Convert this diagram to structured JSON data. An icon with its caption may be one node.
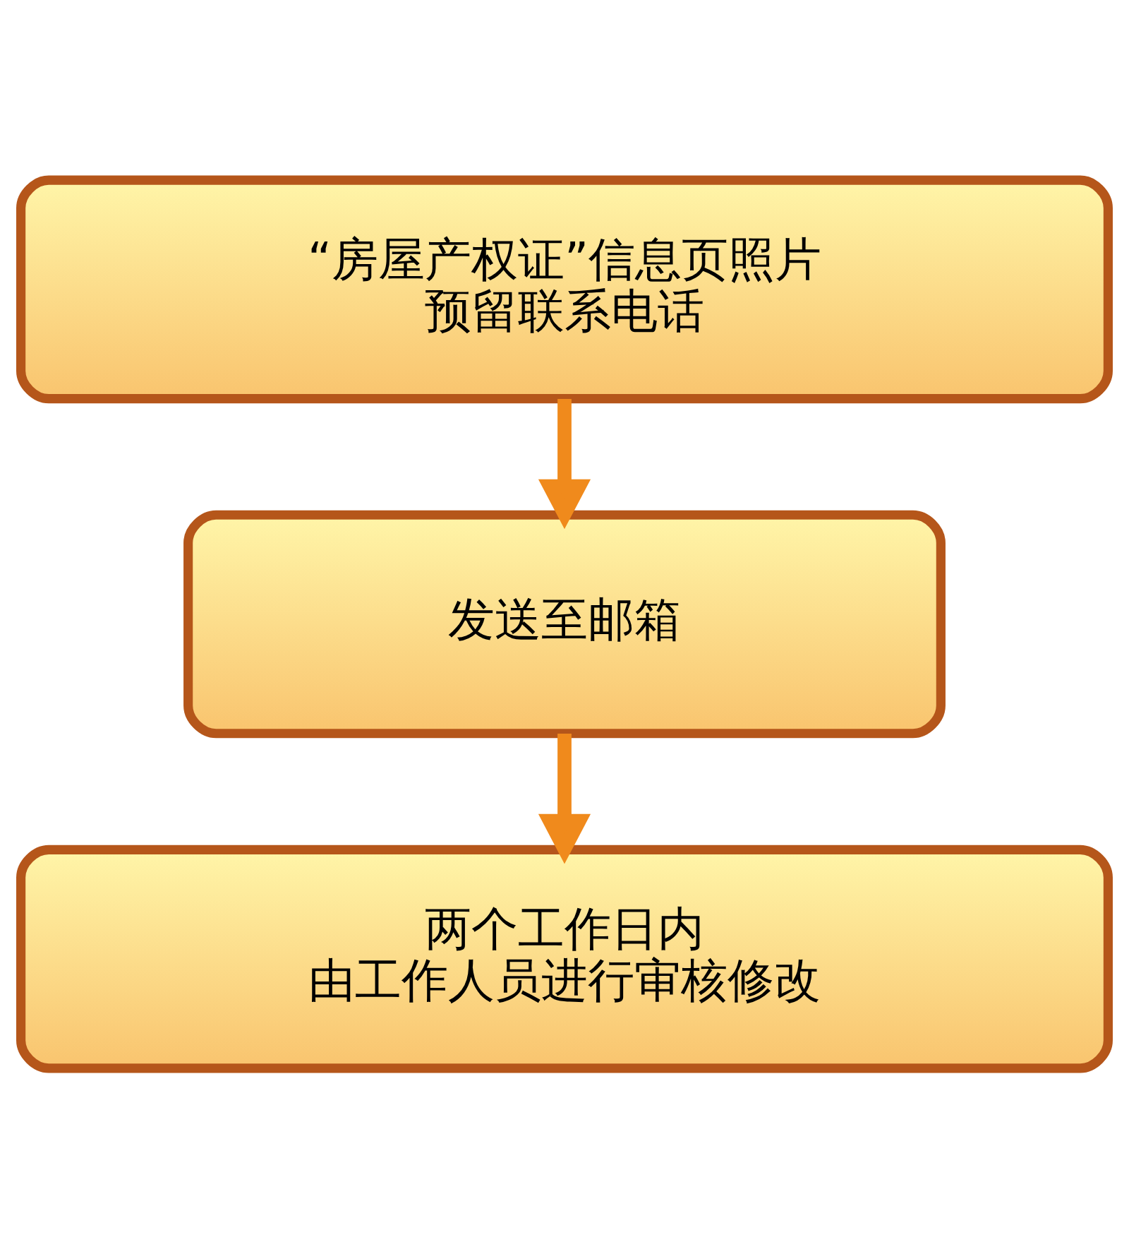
{
  "diagram": {
    "nodes": [
      {
        "text": [
          "“房屋产权证”信息页照片",
          "预留联系电话"
        ]
      },
      {
        "text": [
          "发送至邮箱"
        ]
      },
      {
        "text": [
          "两个工作日内",
          "由工作人员进行审核修改"
        ]
      }
    ],
    "edges": [
      {
        "from": 0,
        "to": 1,
        "arrow": "to"
      },
      {
        "from": 1,
        "to": 2,
        "arrow": "to"
      }
    ]
  }
}
